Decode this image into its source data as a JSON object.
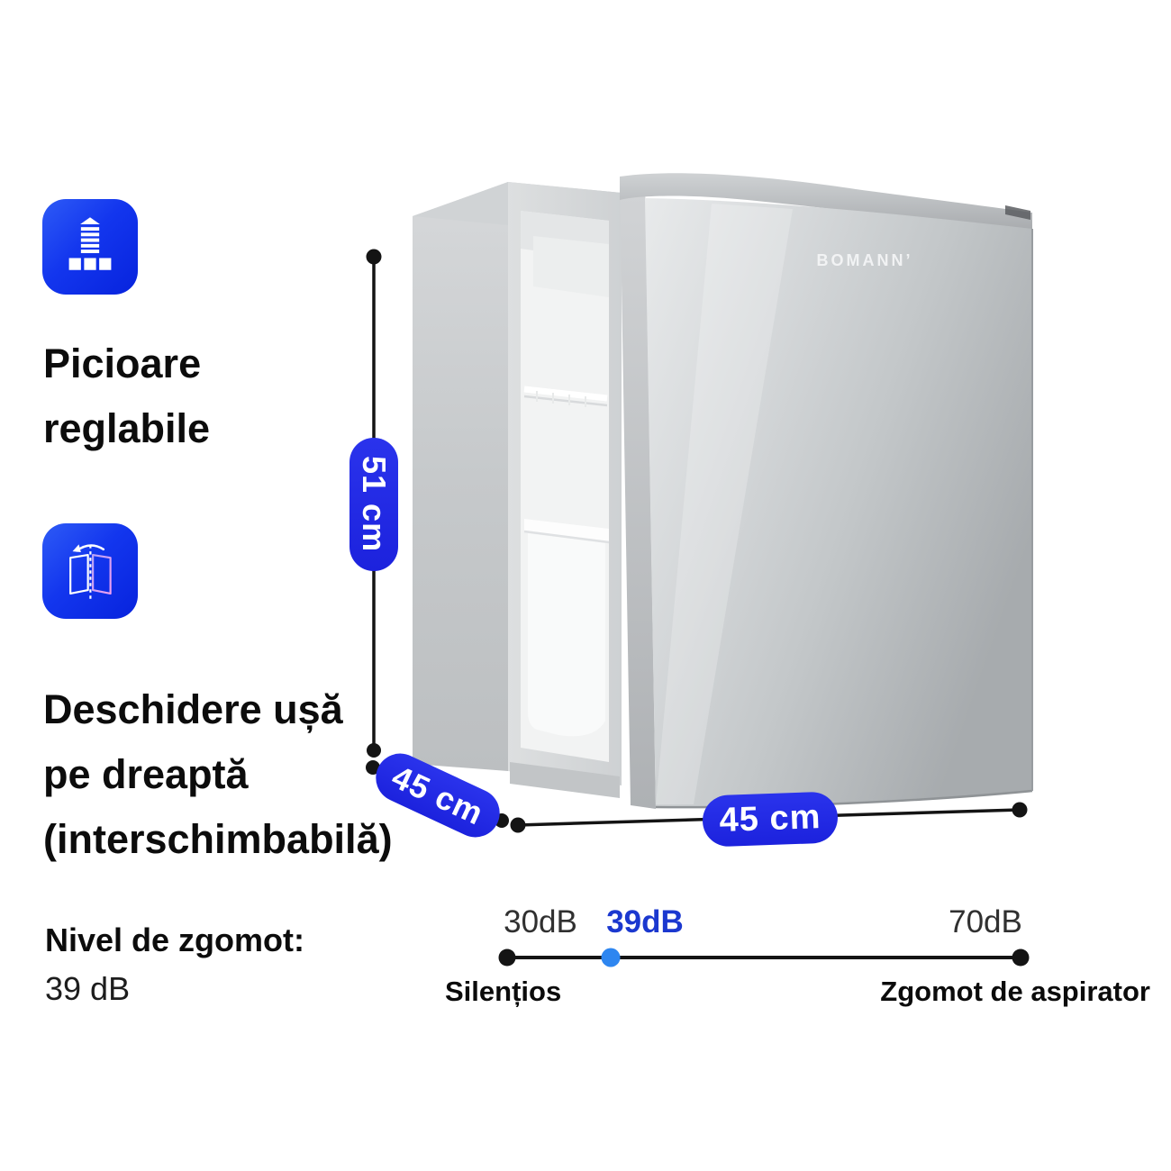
{
  "product": {
    "brand": "BOMANN’"
  },
  "features": {
    "adjustable_feet": {
      "icon": "adjustable-feet-icon",
      "line1": "Picioare",
      "line2": "reglabile"
    },
    "door_opening": {
      "icon": "door-swing-icon",
      "line1": "Deschidere ușă",
      "line2": "pe dreaptă",
      "line3": "(interschimbabilă)"
    }
  },
  "dimensions": {
    "height_label": "51 cm",
    "depth_label": "45 cm",
    "width_label": "45 cm"
  },
  "noise": {
    "heading": "Nivel de zgomot:",
    "value": "39 dB",
    "scale": {
      "min_label": "30dB",
      "current_label": "39dB",
      "max_label": "70dB",
      "left_caption": "Silențios",
      "right_caption": "Zgomot de aspirator"
    }
  },
  "colors": {
    "badge_blue": "#1f2ae0",
    "icon_blue_start": "#2e5bf6",
    "icon_blue_end": "#0723dd",
    "value_blue": "#1b38cf",
    "marker_blue": "#2e86f0",
    "line_black": "#141414"
  }
}
